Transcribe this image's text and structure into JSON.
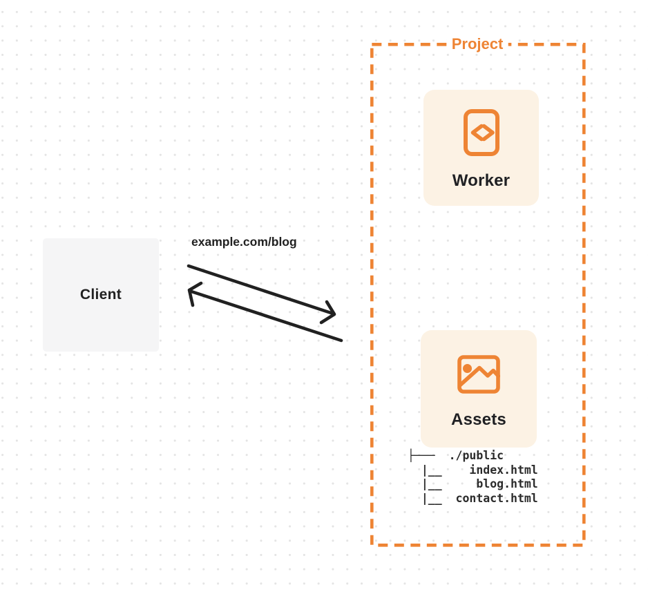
{
  "client": {
    "label": "Client"
  },
  "request_label": "example.com/blog",
  "project": {
    "label": "Project",
    "worker": {
      "label": "Worker",
      "icon": "code-file-icon"
    },
    "assets": {
      "label": "Assets",
      "icon": "image-icon"
    },
    "file_tree": {
      "lines": [
        "├───  ./public",
        "  |__    index.html",
        "  |__     blog.html",
        "  |__  contact.html"
      ]
    }
  },
  "arrows": {
    "request_icon": "arrow-down-right-icon",
    "response_icon": "arrow-up-left-icon"
  },
  "colors": {
    "accent_orange": "#EE8434",
    "card_cream": "#FCF2E4",
    "client_gray": "#F5F5F6",
    "ink": "#212121",
    "dot_grid": "#E4E4E4"
  }
}
